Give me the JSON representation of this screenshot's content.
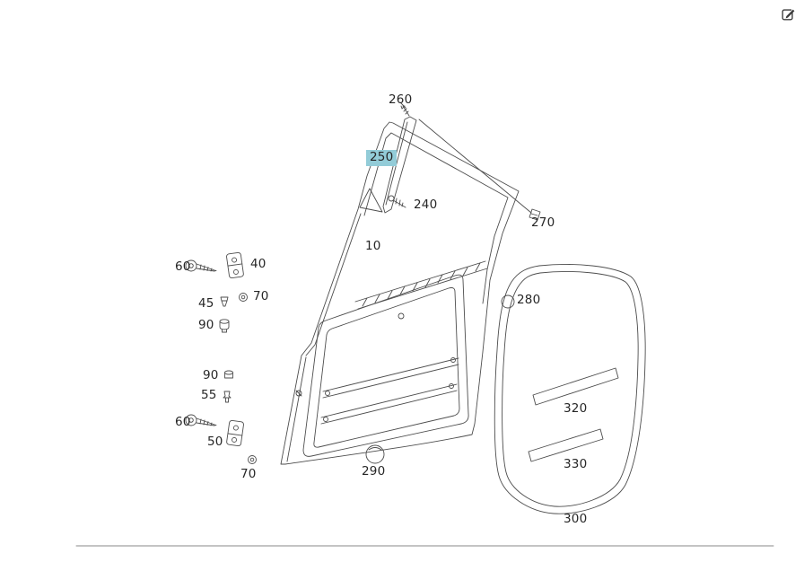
{
  "header": {
    "icons": {
      "edit": "pencil-square"
    }
  },
  "diagram": {
    "type": "exploded-parts-diagram",
    "subject": "front door assembly with seals and fittings",
    "highlight_color": "#93ccd8",
    "line_color": "#4d4d4d",
    "selected_part": "250",
    "labels": [
      {
        "id": "260",
        "text": "260",
        "highlighted": false
      },
      {
        "id": "250",
        "text": "250",
        "highlighted": true
      },
      {
        "id": "240",
        "text": "240",
        "highlighted": false
      },
      {
        "id": "270",
        "text": "270",
        "highlighted": false
      },
      {
        "id": "10",
        "text": "10",
        "highlighted": false
      },
      {
        "id": "60-upper",
        "text": "60",
        "highlighted": false
      },
      {
        "id": "40",
        "text": "40",
        "highlighted": false
      },
      {
        "id": "70-upper",
        "text": "70",
        "highlighted": false
      },
      {
        "id": "45",
        "text": "45",
        "highlighted": false
      },
      {
        "id": "90-upper",
        "text": "90",
        "highlighted": false
      },
      {
        "id": "90-lower",
        "text": "90",
        "highlighted": false
      },
      {
        "id": "55",
        "text": "55",
        "highlighted": false
      },
      {
        "id": "60-lower",
        "text": "60",
        "highlighted": false
      },
      {
        "id": "50",
        "text": "50",
        "highlighted": false
      },
      {
        "id": "70-lower",
        "text": "70",
        "highlighted": false
      },
      {
        "id": "290",
        "text": "290",
        "highlighted": false
      },
      {
        "id": "280",
        "text": "280",
        "highlighted": false
      },
      {
        "id": "320",
        "text": "320",
        "highlighted": false
      },
      {
        "id": "330",
        "text": "330",
        "highlighted": false
      },
      {
        "id": "300",
        "text": "300",
        "highlighted": false
      }
    ]
  }
}
